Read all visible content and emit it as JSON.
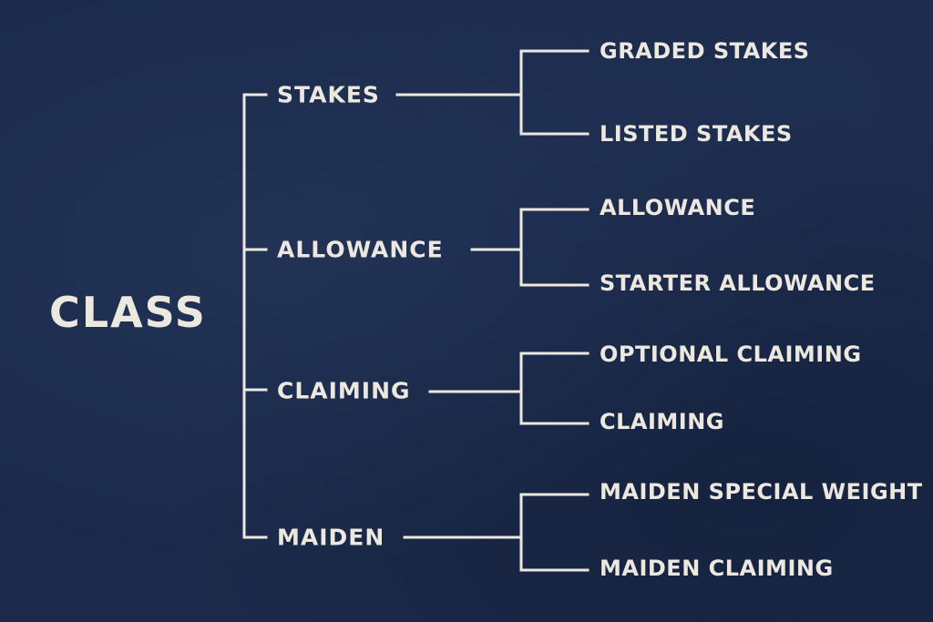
{
  "root": {
    "label": "CLASS"
  },
  "categories": [
    {
      "label": "STAKES",
      "children": [
        "GRADED STAKES",
        "LISTED STAKES"
      ]
    },
    {
      "label": "ALLOWANCE",
      "children": [
        "ALLOWANCE",
        "STARTER ALLOWANCE"
      ]
    },
    {
      "label": "CLAIMING",
      "children": [
        "OPTIONAL CLAIMING",
        "CLAIMING"
      ]
    },
    {
      "label": "MAIDEN",
      "children": [
        "MAIDEN SPECIAL WEIGHT",
        "MAIDEN CLAIMING"
      ]
    }
  ],
  "colors": {
    "background": "#1b2a4a",
    "foreground": "#ece8df"
  }
}
